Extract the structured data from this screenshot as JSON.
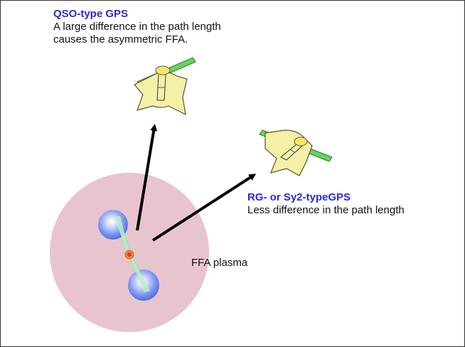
{
  "colors": {
    "title_blue": "#2a2ad8",
    "plasma": "#e8c5ce",
    "lobe": "#4f6fe0",
    "jet": "#8fe0a8",
    "satellite_body": "#f4f0a8",
    "solar_panel": "#67d35a",
    "arrow": "#000000",
    "core": "#e7532d"
  },
  "qso": {
    "title": "QSO-type GPS",
    "line1": "A large difference in the path length",
    "line2": "causes the asymmetric FFA."
  },
  "rg": {
    "title": "RG- or Sy2-typeGPS",
    "line1": "Less difference in the path length"
  },
  "plasma": {
    "label": "FFA plasma"
  }
}
